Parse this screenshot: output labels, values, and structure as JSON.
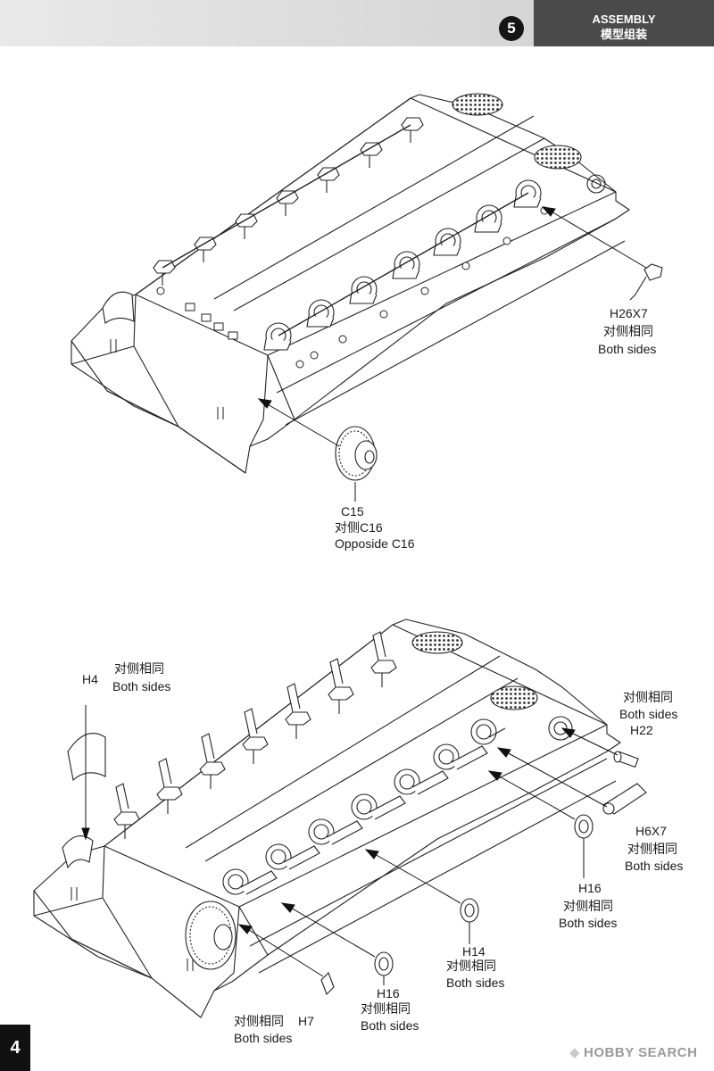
{
  "header": {
    "step_number": "5",
    "title": "ASSEMBLY",
    "subtitle": "模型组装"
  },
  "top_diagram": {
    "callout_h26": {
      "part": "H26X7",
      "note_cn": "对侧相同",
      "note_en": "Both sides"
    },
    "callout_c15": {
      "part": "C15",
      "note_cn": "对侧C16",
      "note_en": "Opposide C16"
    }
  },
  "bottom_diagram": {
    "callout_h4": {
      "part": "H4",
      "note_cn": "对侧相同",
      "note_en": "Both sides"
    },
    "callout_h22": {
      "part": "H22",
      "note_cn": "对侧相同",
      "note_en": "Both sides"
    },
    "callout_h6": {
      "part": "H6X7",
      "note_cn": "对侧相同",
      "note_en": "Both sides"
    },
    "callout_h16_right": {
      "part": "H16",
      "note_cn": "对侧相同",
      "note_en": "Both sides"
    },
    "callout_h14": {
      "part": "H14",
      "note_cn": "对侧相同",
      "note_en": "Both sides"
    },
    "callout_h16_bottom": {
      "part": "H16",
      "note_cn": "对侧相同",
      "note_en": "Both sides"
    },
    "callout_h7": {
      "part": "H7",
      "note_cn": "对侧相同",
      "note_en": "Both sides"
    }
  },
  "footer": {
    "page_number": "4",
    "watermark": "HOBBY SEARCH"
  }
}
